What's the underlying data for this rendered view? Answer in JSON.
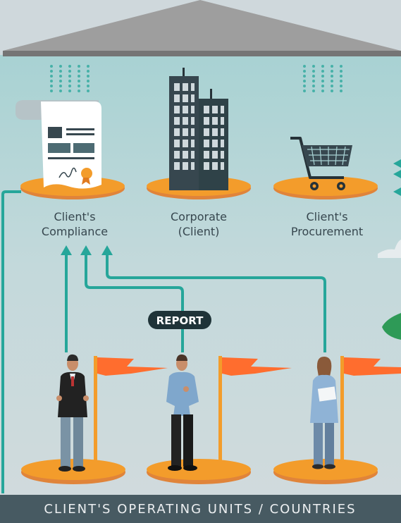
{
  "entities": {
    "compliance": {
      "line1": "Client's",
      "line2": "Compliance"
    },
    "corporate": {
      "line1": "Corporate",
      "line2": "(Client)"
    },
    "procurement": {
      "line1": "Client's",
      "line2": "Procurement"
    }
  },
  "report_label": "REPORT",
  "banner_label": "CLIENT'S OPERATING UNITS / COUNTRIES",
  "colors": {
    "roof": "#9e9e9e",
    "roof_band": "#757575",
    "wall_top": "#a9d3d4",
    "wall_bottom": "#cdd8dc",
    "teal": "#26a69a",
    "orange": "#f39c2b",
    "flag": "#ff6d2e",
    "banner": "#475a62",
    "report_pill": "#1f3338"
  }
}
